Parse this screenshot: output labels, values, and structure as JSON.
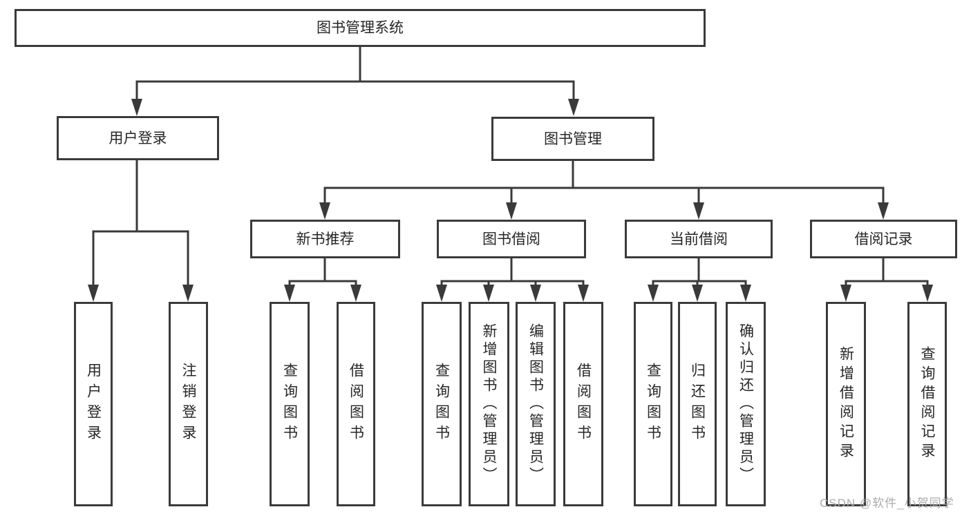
{
  "title": {
    "label": "图书管理系统"
  },
  "level2": {
    "user_login": {
      "label": "用户登录"
    },
    "book_mgmt": {
      "label": "图书管理"
    }
  },
  "level3": {
    "new_book_rec": {
      "label": "新书推荐"
    },
    "book_borrow": {
      "label": "图书借阅"
    },
    "current_borrow": {
      "label": "当前借阅"
    },
    "borrow_records": {
      "label": "借阅记录"
    }
  },
  "leaves": {
    "user_login": [
      "用户登录",
      "注销登录"
    ],
    "new_book_rec": [
      "查询图书",
      "借阅图书"
    ],
    "book_borrow": [
      "查询图书",
      "新增图书（管理员）",
      "编辑图书（管理员）",
      "借阅图书"
    ],
    "current_borrow": [
      "查询图书",
      "归还图书",
      "确认归还（管理员）"
    ],
    "borrow_records": [
      "新增借阅记录",
      "查询借阅记录"
    ]
  },
  "watermark": {
    "text": "CSDN @软件_小贺同学"
  },
  "colors": {
    "line": "#3a3a3a",
    "box_border": "#3a3a3a",
    "text": "#262626",
    "watermark": "#a8a8a8",
    "background": "#ffffff"
  }
}
